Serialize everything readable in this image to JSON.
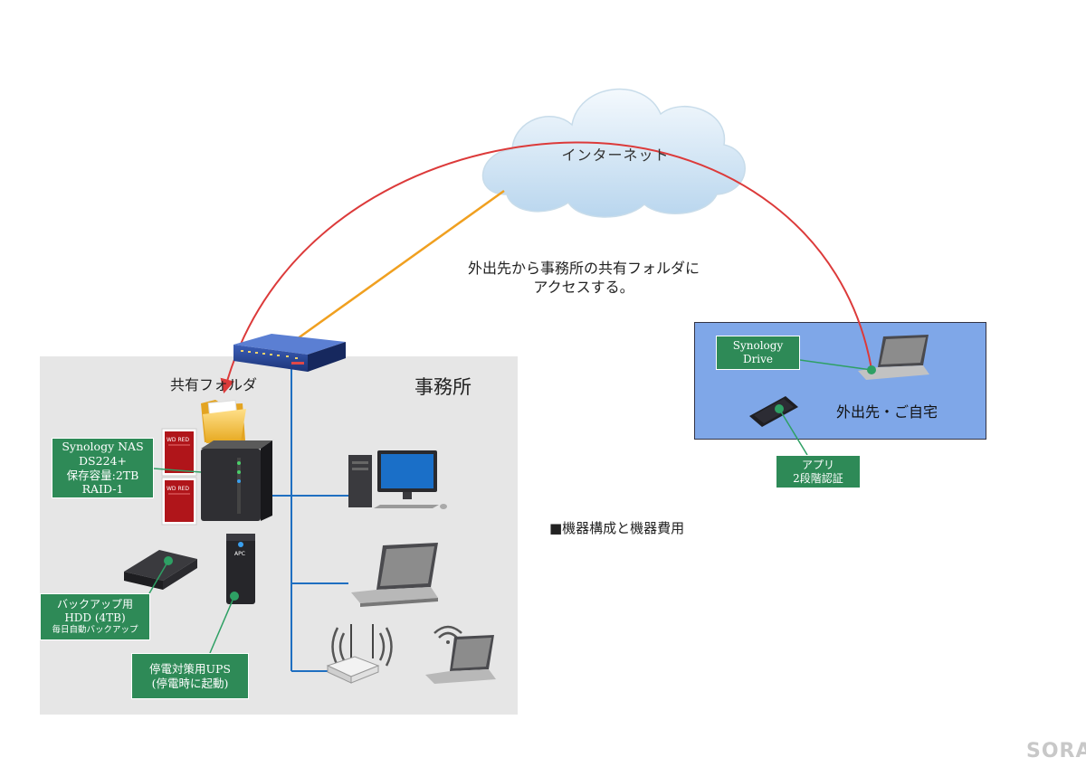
{
  "diagram": {
    "cloud_label": "インターネット",
    "caption_line1": "外出先から事務所の共有フォルダに",
    "caption_line2": "アクセスする。",
    "office_label": "事務所",
    "shared_folder_label": "共有フォルダ",
    "remote_label": "外出先・ご自宅",
    "equipment_note": "■機器構成と機器費用",
    "logo": "SORA",
    "nas_box": {
      "line1": "Synology NAS",
      "line2": "DS224+",
      "line3": "保存容量:2TB",
      "line4": "RAID-1"
    },
    "backup_box": {
      "line1": "バックアップ用",
      "line2": "HDD (4TB)",
      "line3": "毎日自動バックアップ"
    },
    "ups_box": {
      "line1": "停電対策用UPS",
      "line2": "(停電時に起動)"
    },
    "drive_box": {
      "line1": "Synology",
      "line2": "Drive"
    },
    "app_box": {
      "line1": "アプリ",
      "line2": "2段階認証"
    },
    "hdd_label": "WD RED",
    "ups_brand": "APC",
    "colors": {
      "office_bg": "#e6e6e6",
      "remote_bg": "#7fa7e8",
      "label_green": "#2e8a57",
      "lan_blue": "#1f6fc1",
      "wan_orange": "#f0a020",
      "access_red": "#dc3a3a"
    }
  }
}
